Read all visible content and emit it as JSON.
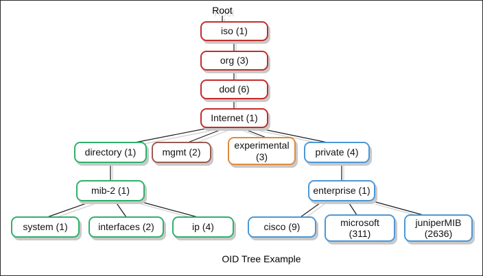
{
  "page": {
    "root_label": "Root",
    "caption": "OID Tree Example"
  },
  "colors": {
    "oid_chain_red": "#c42b2b",
    "mgmt_brick": "#9a5c50",
    "mib_green": "#2eb06a",
    "experimental_orange": "#dd8a3f",
    "private_blue": "#4b97d6",
    "shadow_gray": "#c9c9c9",
    "line_black": "#1a1a1a"
  },
  "nodes": [
    {
      "id": "iso",
      "label": "iso (1)",
      "parent": "Root",
      "border": "#c42b2b"
    },
    {
      "id": "org",
      "label": "org (3)",
      "parent": "iso",
      "border": "#c42b2b"
    },
    {
      "id": "dod",
      "label": "dod (6)",
      "parent": "org",
      "border": "#c42b2b"
    },
    {
      "id": "internet",
      "label": "Internet (1)",
      "parent": "dod",
      "border": "#c42b2b"
    },
    {
      "id": "directory",
      "label": "directory (1)",
      "parent": "Internet",
      "border": "#2eb06a"
    },
    {
      "id": "mgmt",
      "label": "mgmt (2)",
      "parent": "Internet",
      "border": "#9a5c50"
    },
    {
      "id": "experimental",
      "label": "experimental (3)",
      "parent": "Internet",
      "border": "#dd8a3f"
    },
    {
      "id": "private",
      "label": "private (4)",
      "parent": "Internet",
      "border": "#4b97d6"
    },
    {
      "id": "mib-2",
      "label": "mib-2 (1)",
      "parent": "directory",
      "border": "#2eb06a"
    },
    {
      "id": "enterprise",
      "label": "enterprise (1)",
      "parent": "private",
      "border": "#4b97d6"
    },
    {
      "id": "system",
      "label": "system (1)",
      "parent": "mib-2",
      "border": "#2eb06a"
    },
    {
      "id": "interfaces",
      "label": "interfaces (2)",
      "parent": "mib-2",
      "border": "#2eb06a"
    },
    {
      "id": "ip",
      "label": "ip (4)",
      "parent": "mib-2",
      "border": "#2eb06a"
    },
    {
      "id": "cisco",
      "label": "cisco (9)",
      "parent": "enterprise",
      "border": "#4b97d6"
    },
    {
      "id": "microsoft",
      "label": "microsoft (311)",
      "parent": "enterprise",
      "border": "#4b97d6"
    },
    {
      "id": "junipermib",
      "label": "juniperMIB (2636)",
      "parent": "enterprise",
      "border": "#4b97d6"
    }
  ]
}
